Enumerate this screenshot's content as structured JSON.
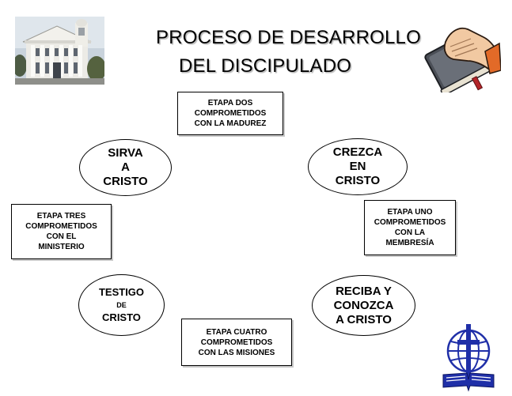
{
  "title": {
    "line1": "PROCESO DE DESARROLLO",
    "line2": "DEL DISCIPULADO"
  },
  "images": {
    "church_photo": "church-building-photo",
    "bible_hand": "hand-on-bible-icon",
    "globe_cross": "globe-cross-bible-logo"
  },
  "stages": {
    "two": [
      "ETAPA DOS",
      "COMPROMETIDOS",
      "CON LA MADUREZ"
    ],
    "one": [
      "ETAPA UNO",
      "COMPROMETIDOS",
      "CON LA",
      "MEMBRESÍA"
    ],
    "three": [
      "ETAPA TRES",
      "COMPROMETIDOS",
      "CON EL",
      "MINISTERIO"
    ],
    "four": [
      "ETAPA CUATRO",
      "COMPROMETIDOS",
      "CON LAS MISIONES"
    ]
  },
  "ovals": {
    "sirva": [
      "SIRVA",
      "A",
      "CRISTO"
    ],
    "crezca": [
      "CREZCA",
      "EN",
      "CRISTO"
    ],
    "testigo": [
      "TESTIGO",
      "DE",
      "CRISTO"
    ],
    "reciba": [
      "RECIBA Y",
      "CONOZCA",
      "A CRISTO"
    ]
  },
  "colors": {
    "globe_blue": "#1f2fa8",
    "ribbon_red": "#b3262a",
    "book_gray": "#5a5e66"
  }
}
